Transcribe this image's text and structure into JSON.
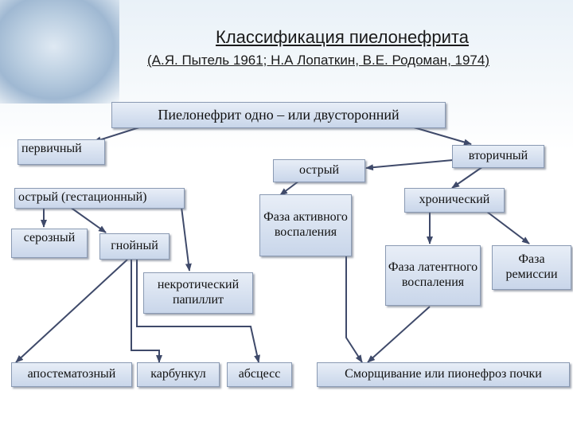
{
  "header": {
    "title": "Классификация пиелонефрита",
    "subtitle": "(А.Я. Пытель 1961; Н.А Лопаткин, В.Е. Родоман, 1974)"
  },
  "nodes": {
    "main": "Пиелонефрит одно – или двусторонний",
    "primary": "первичный",
    "secondary": "вторичный",
    "acute": "острый",
    "acute_gestational": "острый (гестационный)",
    "serous": "серозный",
    "purulent": "гнойный",
    "active_phase": "Фаза активного воспаления",
    "chronic": "хронический",
    "latent_phase": "Фаза латентного воспаления",
    "remission_phase": "Фаза ремиссии",
    "necrotic_papillitis": "некротический папиллит",
    "apostematous": "апостематозный",
    "carbuncle": "карбункул",
    "abscess": "абсцесс",
    "outcome": "Сморщивание или пионефроз почки"
  },
  "colors": {
    "box_top": "#e8eef7",
    "box_bottom": "#c9d6ea",
    "connector": "#3f4a6a"
  }
}
